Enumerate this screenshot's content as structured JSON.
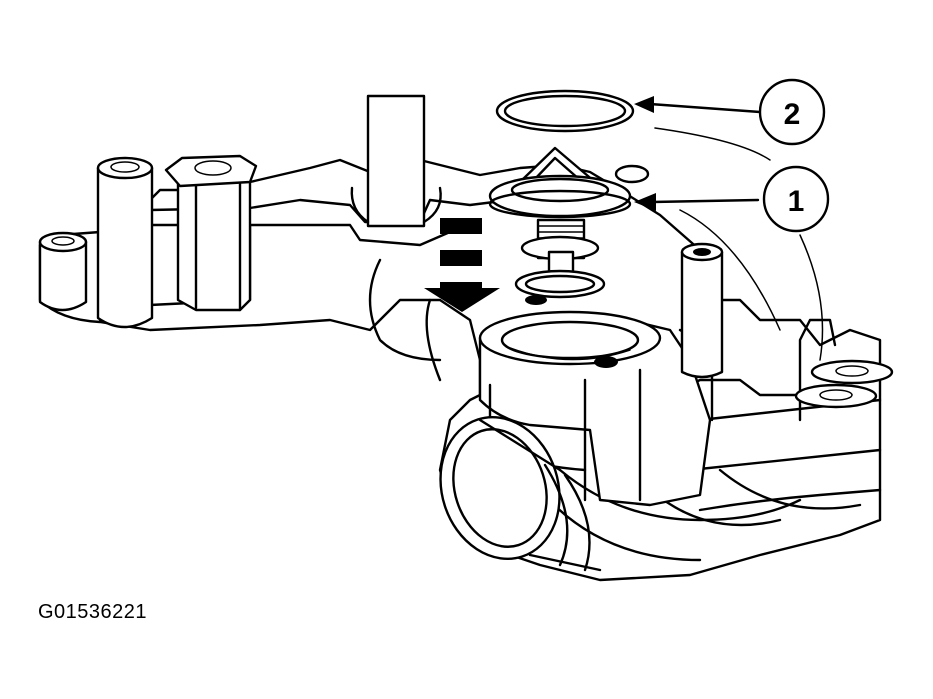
{
  "figure_id": "G01536221",
  "callouts": [
    {
      "number": "1"
    },
    {
      "number": "2"
    }
  ]
}
